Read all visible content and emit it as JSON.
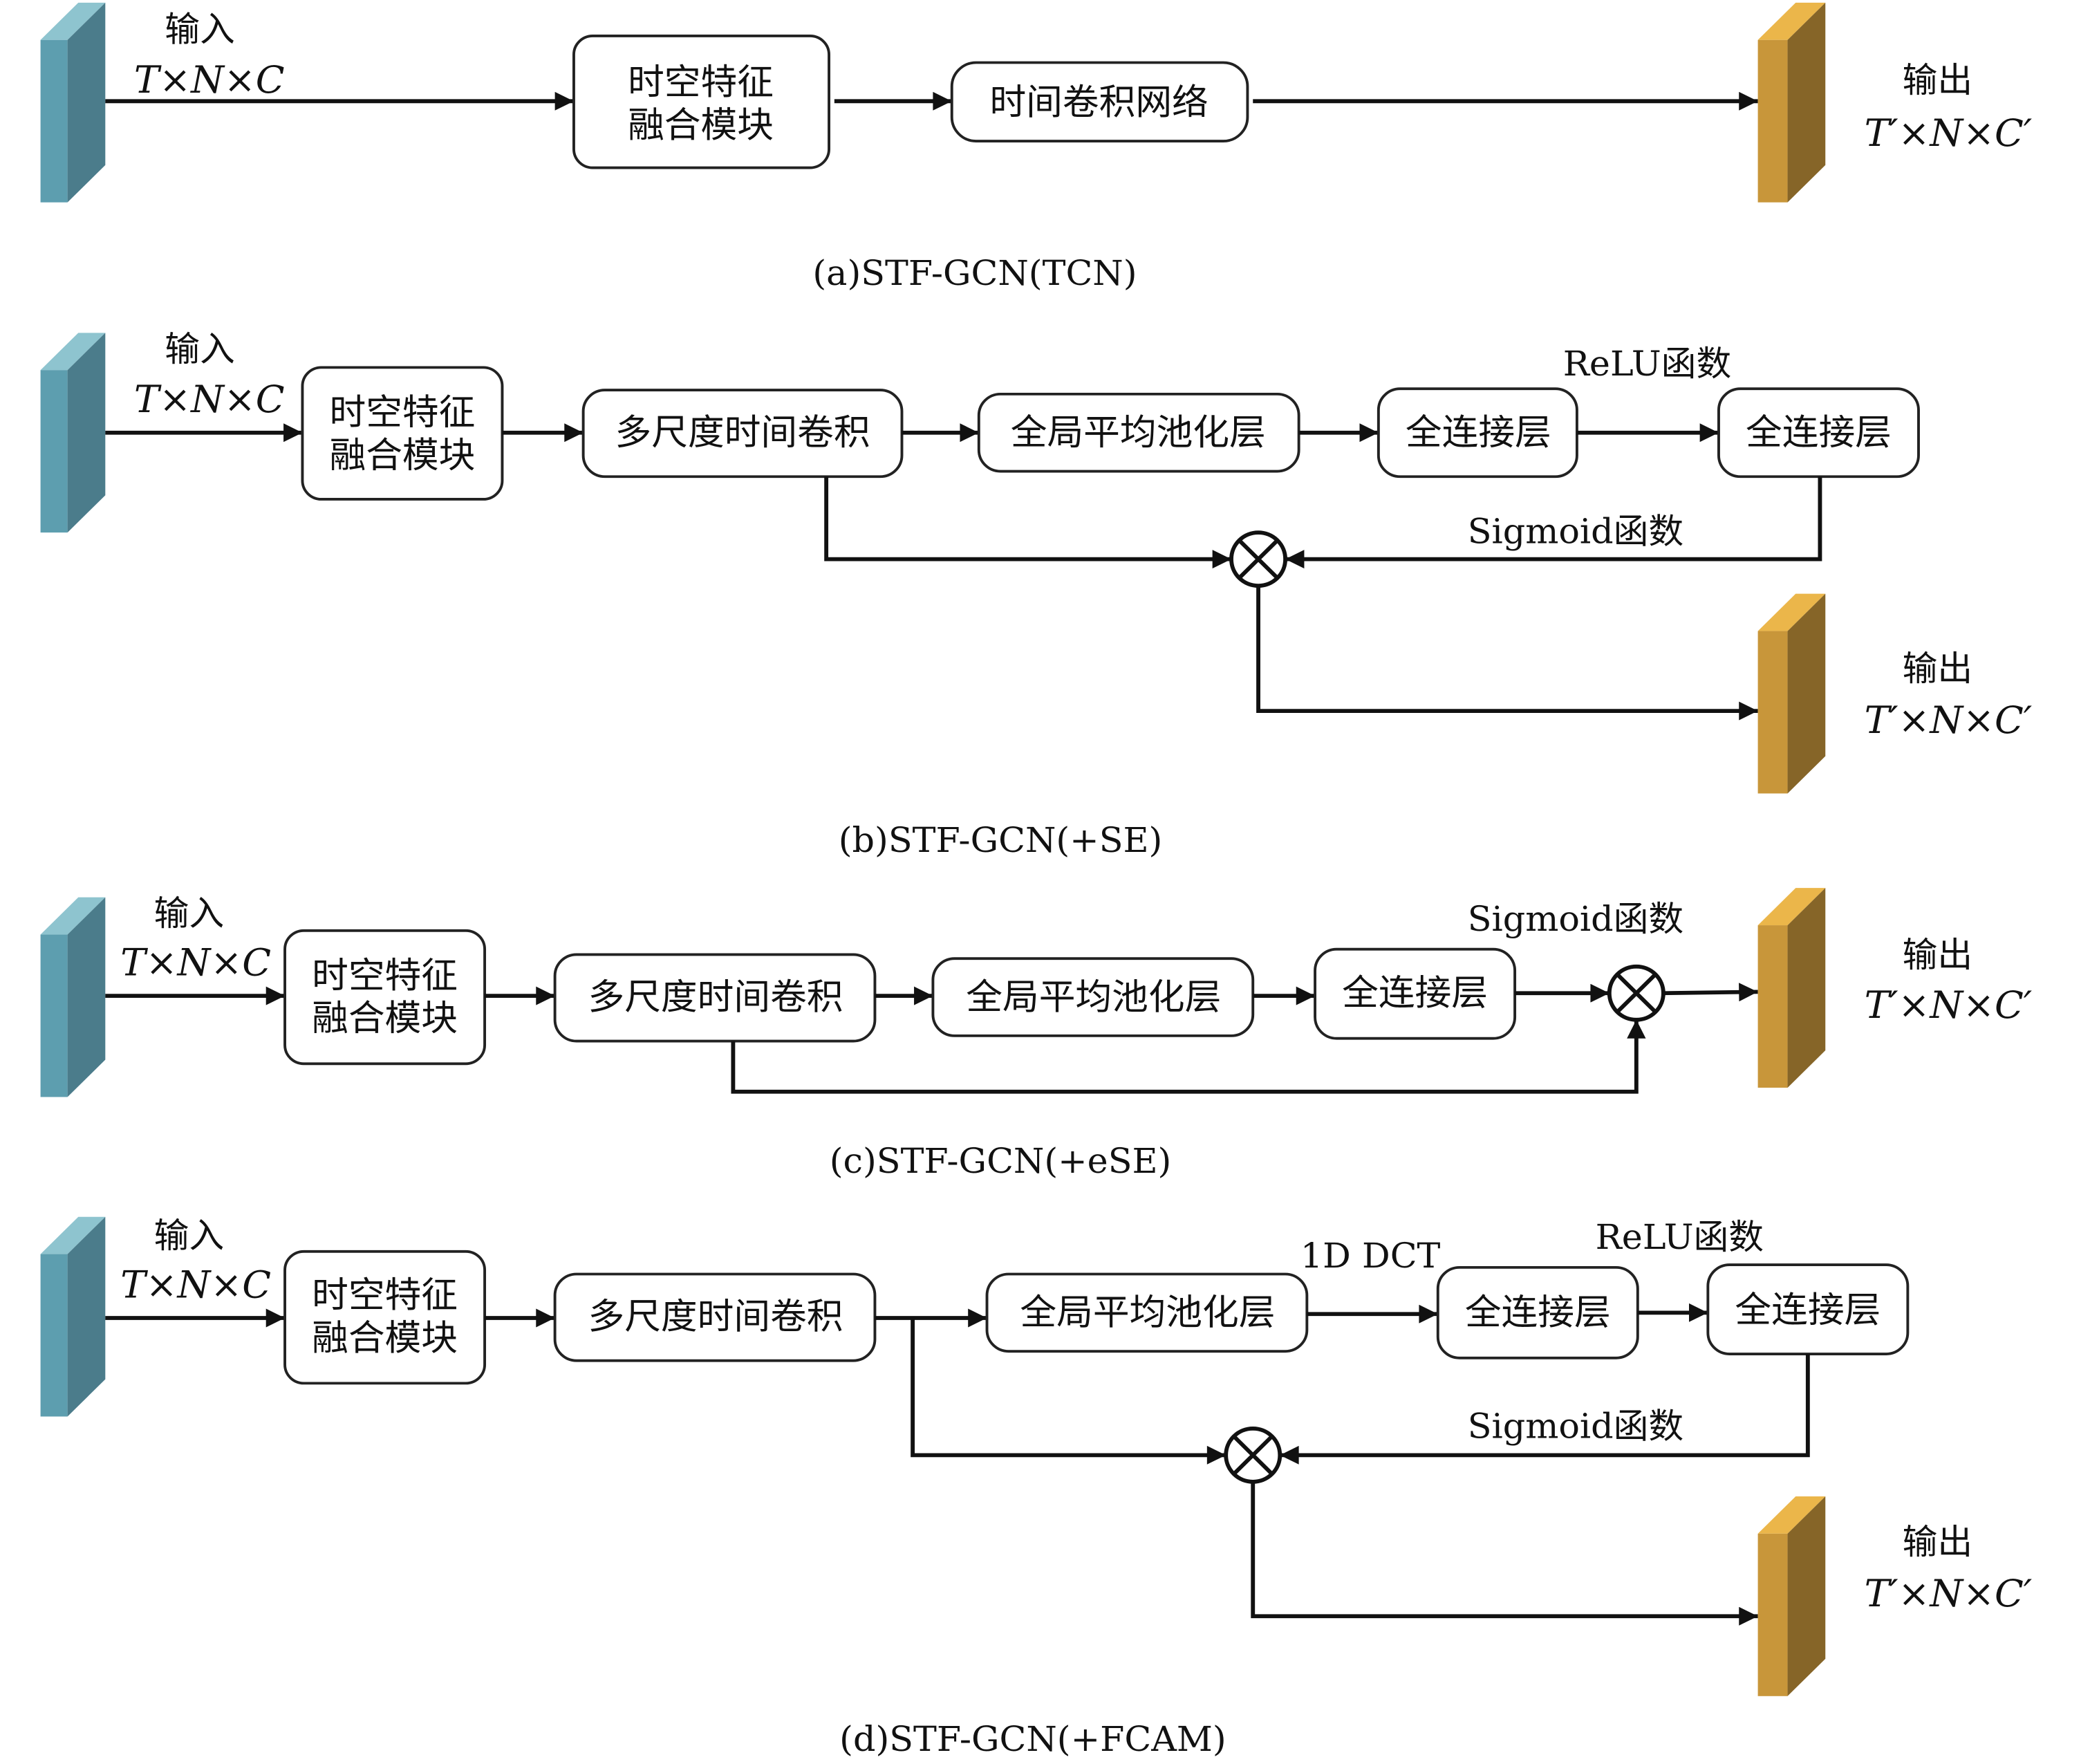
{
  "colors": {
    "input_top": "#8ec4cf",
    "input_front": "#5d9eaf",
    "input_side": "#4b7c8b",
    "output_top": "#ebb64a",
    "output_front": "#c8963a",
    "output_side": "#866528"
  },
  "panel_a": {
    "input_label": "输入",
    "input_shape": "T×N×C",
    "fusion_module": [
      "时空特征",
      "融合模块"
    ],
    "tcn": "时间卷积网络",
    "output_label": "输出",
    "output_shape": "T′×N×C′",
    "caption": "(a)STF-GCN(TCN)"
  },
  "panel_b": {
    "input_label": "输入",
    "input_shape": "T×N×C",
    "fusion_module": [
      "时空特征",
      "融合模块"
    ],
    "multiscale_conv": "多尺度时间卷积",
    "gap": "全局平均池化层",
    "fc1": "全连接层",
    "fc2": "全连接层",
    "relu": "ReLU函数",
    "sigmoid": "Sigmoid函数",
    "output_label": "输出",
    "output_shape": "T′×N×C′",
    "caption": "(b)STF-GCN(+SE)"
  },
  "panel_c": {
    "input_label": "输入",
    "input_shape": "T×N×C",
    "fusion_module": [
      "时空特征",
      "融合模块"
    ],
    "multiscale_conv": "多尺度时间卷积",
    "gap": "全局平均池化层",
    "fc1": "全连接层",
    "sigmoid": "Sigmoid函数",
    "output_label": "输出",
    "output_shape": "T′×N×C′",
    "caption": "(c)STF-GCN(+eSE)"
  },
  "panel_d": {
    "input_label": "输入",
    "input_shape": "T×N×C",
    "fusion_module": [
      "时空特征",
      "融合模块"
    ],
    "multiscale_conv": "多尺度时间卷积",
    "gap": "全局平均池化层",
    "dct": "1D DCT",
    "fc1": "全连接层",
    "fc2": "全连接层",
    "relu": "ReLU函数",
    "sigmoid": "Sigmoid函数",
    "output_label": "输出",
    "output_shape": "T′×N×C′",
    "caption": "(d)STF-GCN(+FCAM)"
  }
}
